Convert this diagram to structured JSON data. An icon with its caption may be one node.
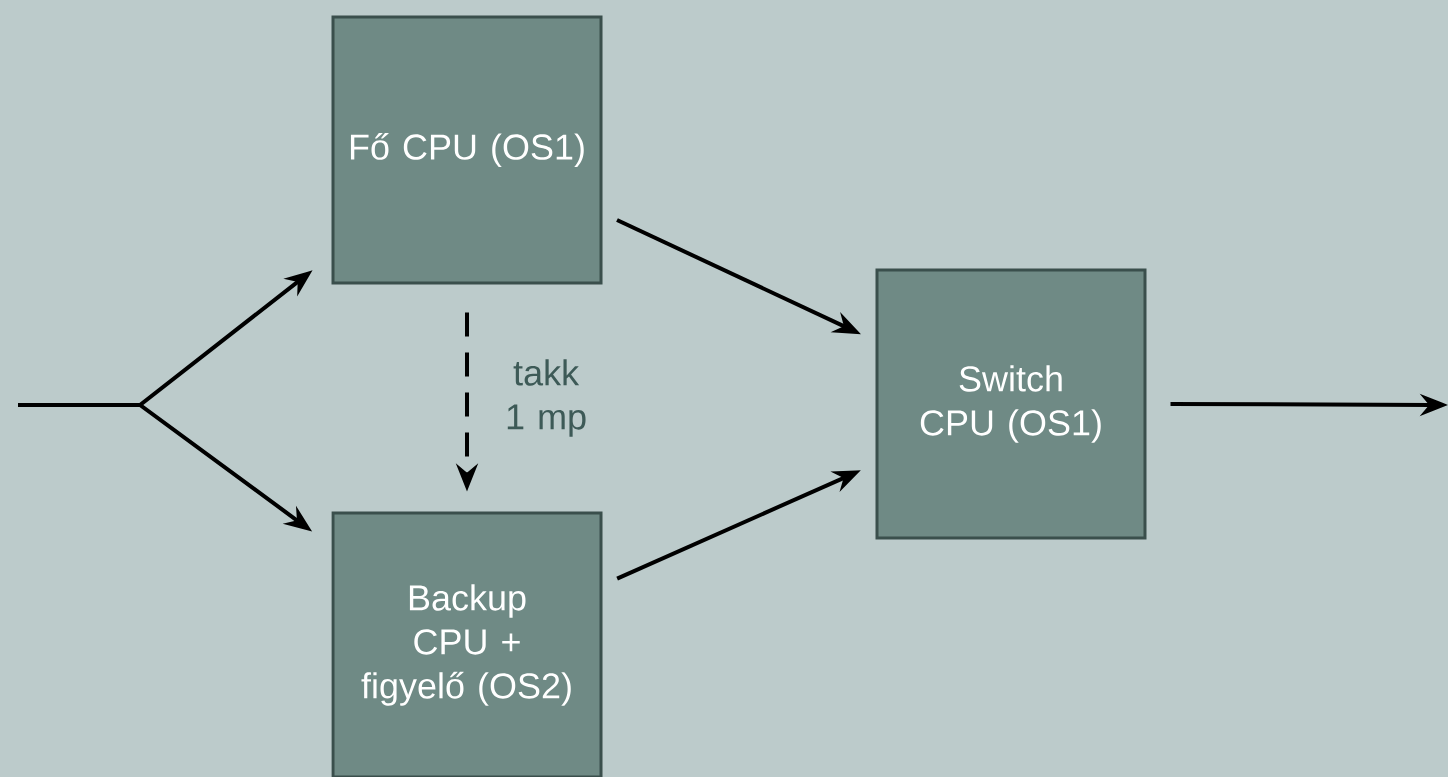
{
  "diagram": {
    "nodes": [
      {
        "text": [
          "Fő CPU (OS1)"
        ]
      },
      {
        "text": [
          "Backup CPU + figyelő (OS2)"
        ]
      },
      {
        "text": [
          "Switch CPU (OS1)"
        ]
      }
    ],
    "edges": [
      {
        "from": null,
        "to": 0,
        "arrow": "to"
      },
      {
        "from": null,
        "to": 1,
        "arrow": "to"
      },
      {
        "from": 0,
        "to": 1,
        "arrow": "to",
        "style": "dashed",
        "label": "takk 1 mp"
      },
      {
        "from": 0,
        "to": 2,
        "arrow": "to"
      },
      {
        "from": 1,
        "to": 2,
        "arrow": "to"
      },
      {
        "from": 2,
        "to": null,
        "arrow": "to"
      }
    ]
  }
}
